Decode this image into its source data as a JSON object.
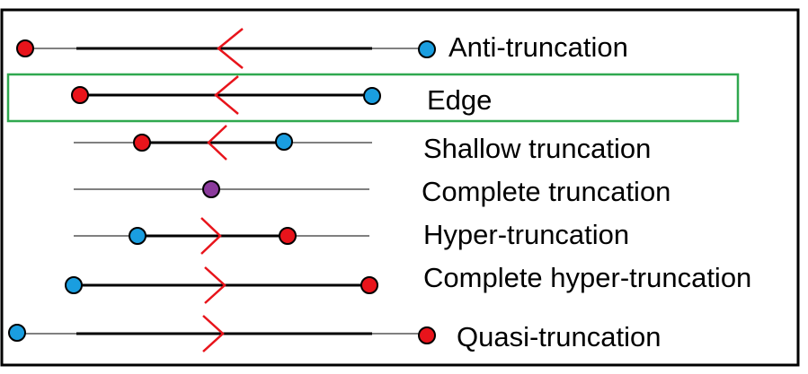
{
  "rows": [
    {
      "label": "Anti-truncation",
      "left_dot": "red",
      "right_dot": "blue",
      "arrow": "left",
      "highlighted": false
    },
    {
      "label": "Edge",
      "left_dot": "red",
      "right_dot": "blue",
      "arrow": "left",
      "highlighted": true
    },
    {
      "label": "Shallow truncation",
      "left_dot": "red",
      "right_dot": "blue",
      "arrow": "left",
      "highlighted": false
    },
    {
      "label": "Complete truncation",
      "center_dot": "purple",
      "arrow": "none",
      "highlighted": false
    },
    {
      "label": "Hyper-truncation",
      "left_dot": "blue",
      "right_dot": "red",
      "arrow": "right",
      "highlighted": false
    },
    {
      "label": "Complete hyper-truncation",
      "left_dot": "blue",
      "right_dot": "red",
      "arrow": "right",
      "highlighted": false
    },
    {
      "label": "Quasi-truncation",
      "left_dot": "blue",
      "right_dot": "red",
      "arrow": "right",
      "highlighted": false
    }
  ],
  "colors": {
    "red": "#e8141b",
    "blue": "#1a9ee0",
    "purple": "#8b3a9c",
    "arrow": "#e8141b",
    "highlight": "#2fa84f",
    "border": "#000000"
  }
}
